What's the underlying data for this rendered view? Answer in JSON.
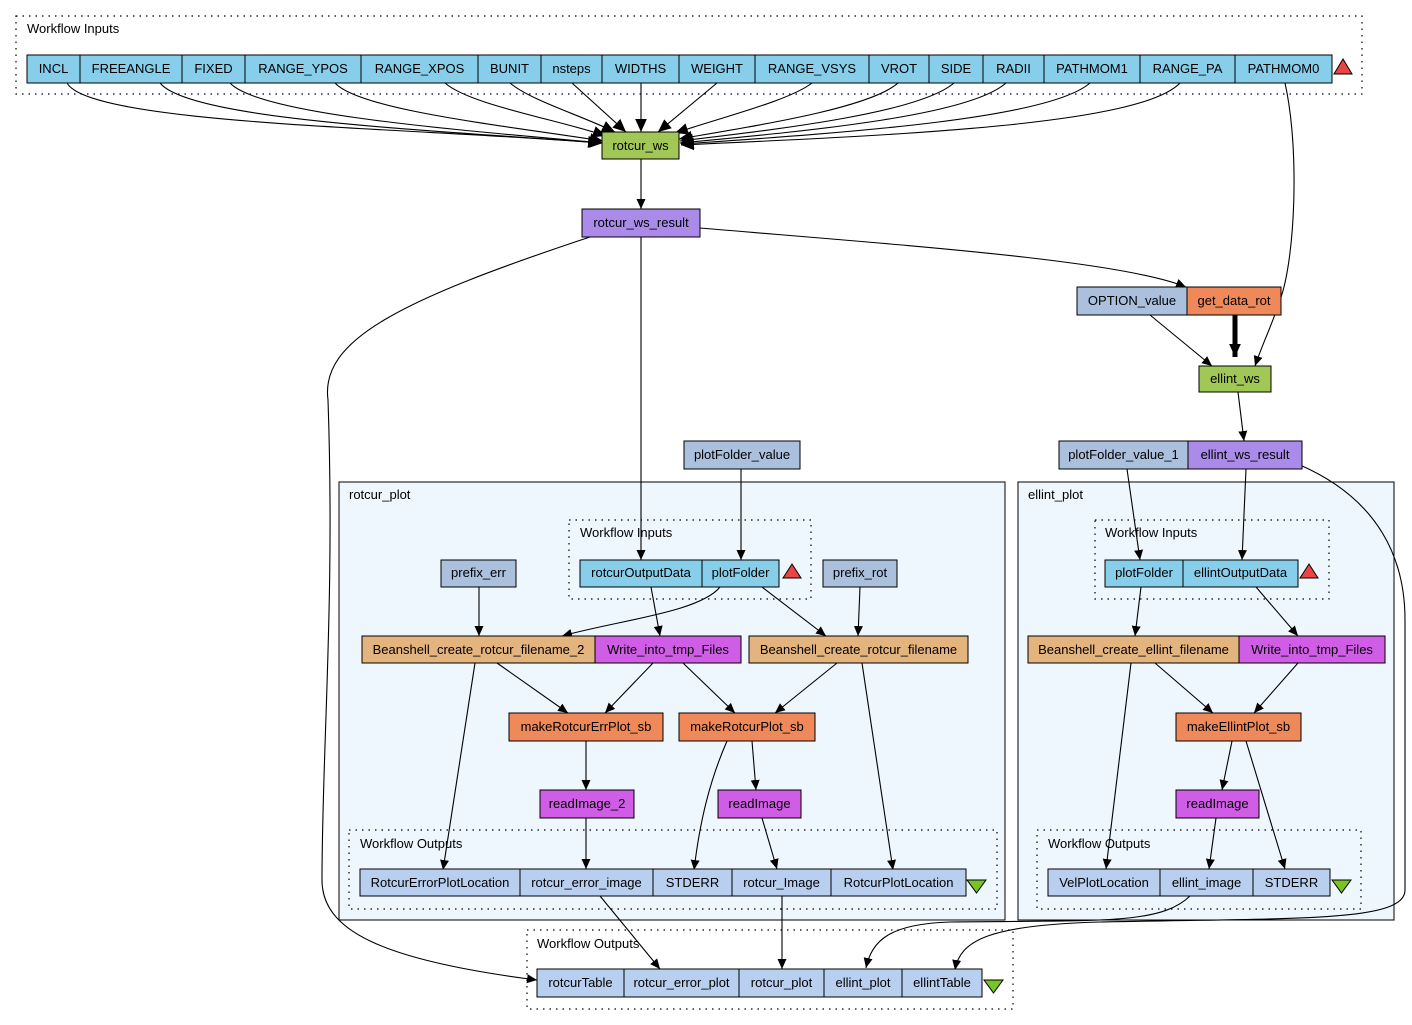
{
  "colors": {
    "input_port": "#87ceeb",
    "output_port": "#b9cff0",
    "constant": "#aac0dd",
    "workflow": "#a1c856",
    "processor_orange": "#f0895a",
    "processor_purple": "#ab8bea",
    "processor_magenta": "#d05de6",
    "beanshell": "#e3b47e",
    "subworkflow_bg": "#eff7fe",
    "triangle_up": "#ea4444",
    "triangle_down": "#77c425"
  },
  "workflow_inputs": {
    "label": "Workflow Inputs",
    "ports": [
      "INCL",
      "FREEANGLE",
      "FIXED",
      "RANGE_YPOS",
      "RANGE_XPOS",
      "BUNIT",
      "nsteps",
      "WIDTHS",
      "WEIGHT",
      "RANGE_VSYS",
      "VROT",
      "SIDE",
      "RADII",
      "PATHMOM1",
      "RANGE_PA",
      "PATHMOM0"
    ]
  },
  "nodes": {
    "rotcur_ws": "rotcur_ws",
    "rotcur_ws_result": "rotcur_ws_result",
    "option_value": "OPTION_value",
    "get_data_rot": "get_data_rot",
    "ellint_ws": "ellint_ws",
    "plotfolder_value": "plotFolder_value",
    "plotfolder_value_1": "plotFolder_value_1",
    "ellint_ws_result": "ellint_ws_result"
  },
  "rotcur_plot": {
    "label": "rotcur_plot",
    "inputs_label": "Workflow Inputs",
    "inputs": [
      "rotcurOutputData",
      "plotFolder"
    ],
    "prefix_err": "prefix_err",
    "prefix_rot": "prefix_rot",
    "beanshell_2": "Beanshell_create_rotcur_filename_2",
    "write_tmp": "Write_into_tmp_Files",
    "beanshell": "Beanshell_create_rotcur_filename",
    "err_plot": "makeRotcurErrPlot_sb",
    "rot_plot": "makeRotcurPlot_sb",
    "read_image_2": "readImage_2",
    "read_image": "readImage",
    "outputs_label": "Workflow Outputs",
    "outputs": [
      "RotcurErrorPlotLocation",
      "rotcur_error_image",
      "STDERR",
      "rotcur_Image",
      "RotcurPlotLocation"
    ]
  },
  "ellint_plot": {
    "label": "ellint_plot",
    "inputs_label": "Workflow Inputs",
    "inputs": [
      "plotFolder",
      "ellintOutputData"
    ],
    "beanshell": "Beanshell_create_ellint_filename",
    "write_tmp": "Write_into_tmp_Files",
    "plot": "makeEllintPlot_sb",
    "read_image": "readImage",
    "outputs_label": "Workflow Outputs",
    "outputs": [
      "VelPlotLocation",
      "ellint_image",
      "STDERR"
    ]
  },
  "workflow_outputs": {
    "label": "Workflow Outputs",
    "ports": [
      "rotcurTable",
      "rotcur_error_plot",
      "rotcur_plot",
      "ellint_plot",
      "ellintTable"
    ]
  }
}
